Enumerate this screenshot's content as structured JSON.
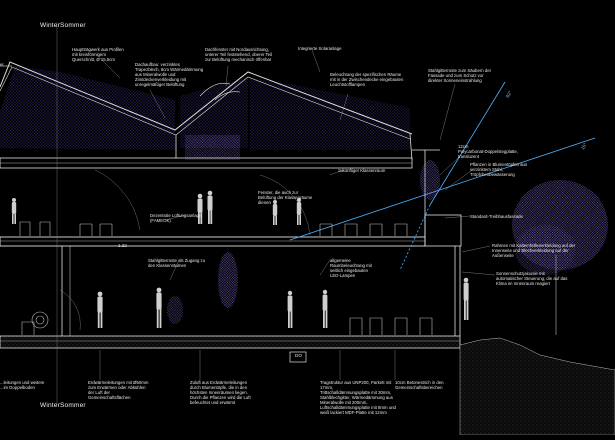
{
  "seasons": {
    "winter": "Winter",
    "summer": "Sommer"
  },
  "dimension": "1.22",
  "section_tag": "DO",
  "sun_angles": {
    "winter": "15°",
    "summer": "62°"
  },
  "notes": {
    "roof_main": "Hauptträgwerk aus Profilen\nmit kreisförmigem\nQuerschnitt, Ø 15,5cm",
    "roof_insulated": "Dachaufbau: verzinktes\nTrapezblech, 8cm Wärmedämmung\naus Mineralwolle und\nZimtdeckenverkleidung mit\nunregelmäßiger Belüftung",
    "roof_north": "Dachfenster mit Nordausrichtung,\nunterer Teil feststehend, oberer Teil\nzur Belüftung mechanisch öffenbar",
    "solar": "Integrierte Solaranlage",
    "lighting_upper": "Beleuchtung der spezifischen Räume\nmit in der Zwischendecke eingebauten\nLeuchtstofflampen",
    "wall_steel": "Stahlgitterroste zum Säubern der\nFassade und zum Schutz vor\ndirekter Sonneneinstrahlung",
    "polycarbonate": "12cm\nPolycarbonat-Doppelstegplatte,\ntransluzent",
    "plants": "Pflanzen in Blumentöpfen aus\nverzinktem Stahl,\nTröpfchenbewässerung",
    "future_class": "zukünftiger Klassenraum",
    "fixed_facade": "Standard-Treibhausfassade",
    "windows_upper": "Fenster, die auch zur\nBelüftung der Klassenräume\ndienen",
    "ventilation_box": "Dezentrale Lüftungsanlage\n(FAMEOK)",
    "stair": "Stahlgitterroste als Zugang zu\nden Klassenräumen",
    "lighting_lower": "allgemeine\nRaumbeleuchtung mit\nseitlich eingebauten\nLED-Lampen",
    "frame": "Rahmen mit Kaltemhülleverkleidung auf der\nInnenseite und Blechverkleidung auf der\nAußenseite",
    "sunshade": "Sonnenschutzjalousie mit\nautomatischer Steuerung, die auf das\nKlima im Innenraum reagiert",
    "earth_pipes": "Erdwärmeleitungen mit Ø50mm\nzum Erwärmen oder Abkühlen\nder Luft der\nGemeinschaftsflächen",
    "fresh_air": "Zuluft aus Erdwärmeleitungen\ndurch Blumentöpfe, die in den\nhöchsten Innenräumen liegen.\nDurch die Pflanzen wird die Luft\nbefeuchtet und erwärmt",
    "floor_structure": "Tragstruktur aus UNP200, Parkett mit\n17mm,\nTrittschalldämmungsplatte mit 30mm,\nStahlblechgitter, Wärmedämmung aus\nMineralwolle mit 200mm,\nLuftschalldämmungsplatte mit 8mm und\nweiß lackiert MDF-Platte mit 12mm",
    "concrete": "10cm Betonestrich in den\nGemeinschaftsbereichen",
    "left_bottom": "...leitungen und weitere\n...im Doppelboden",
    "left_top": "er"
  }
}
